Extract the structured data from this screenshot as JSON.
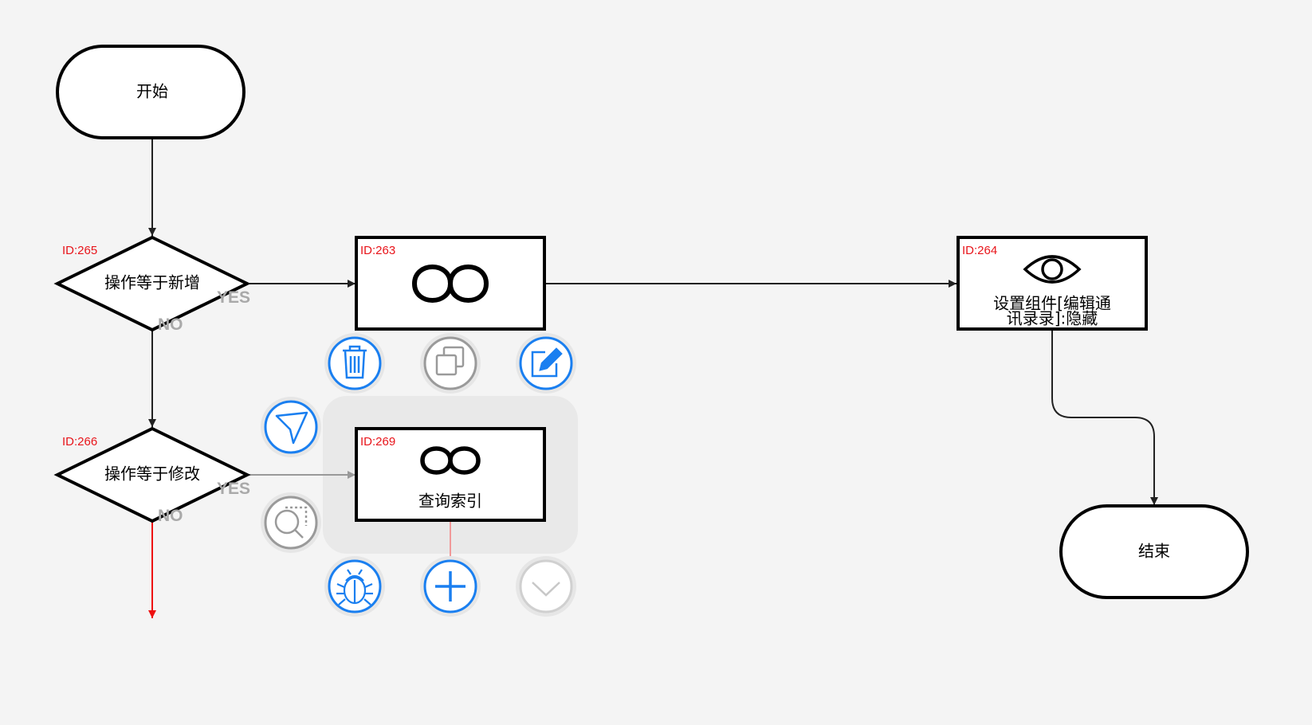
{
  "nodes": {
    "start": {
      "label": "开始"
    },
    "end": {
      "label": "结束"
    },
    "decision_265": {
      "id_label": "ID:265",
      "label": "操作等于新增",
      "yes_label": "YES",
      "no_label": "NO"
    },
    "decision_266": {
      "id_label": "ID:266",
      "label": "操作等于修改",
      "yes_label": "YES",
      "no_label": "NO"
    },
    "loop_263": {
      "id_label": "ID:263",
      "icon": "infinity-icon"
    },
    "query_269": {
      "id_label": "ID:269",
      "icon": "infinity-icon",
      "label": "查询索引"
    },
    "visibility_264": {
      "id_label": "ID:264",
      "icon": "eye-icon",
      "label_line1": "设置组件[编辑通",
      "label_line2": "讯录录]:隐藏"
    }
  },
  "toolbar": {
    "delete": {
      "icon": "trash-icon"
    },
    "copy": {
      "icon": "copy-icon"
    },
    "edit": {
      "icon": "edit-icon"
    },
    "navigate": {
      "icon": "send-icon"
    },
    "inspect": {
      "icon": "zoom-select-icon"
    },
    "debug": {
      "icon": "bug-icon"
    },
    "add": {
      "icon": "plus-icon"
    },
    "collapse": {
      "icon": "chevron-down-icon"
    }
  },
  "colors": {
    "accent": "#1a7ff0",
    "id_text": "#e8141a",
    "error_edge": "#ee1111",
    "grey_icon": "#9a9a9a",
    "selection_bg": "#e9e9e9"
  }
}
